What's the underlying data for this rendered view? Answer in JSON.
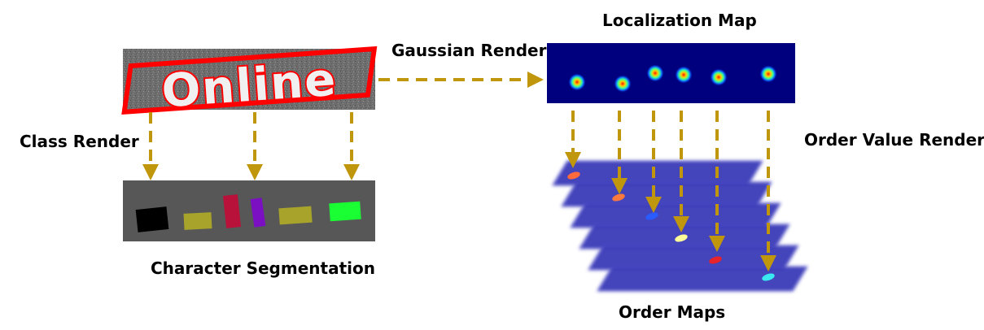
{
  "labels": {
    "gaussian_render": "Gaussian Render",
    "localization_map": "Localization Map",
    "class_render": "Class Render",
    "order_value_render": "Order Value Render",
    "character_segmentation": "Character Segmentation",
    "order_maps": "Order Maps"
  },
  "input_image": {
    "text": "Online"
  },
  "colors": {
    "arrow": "#c0960c",
    "heatmap_background": "#00007f",
    "segmentation_background": "#575757",
    "text_box_outline": "#ff0000",
    "order_map_plane": "#3a3ab8"
  },
  "segmentation_blocks": [
    {
      "name": "O",
      "color": "#000000"
    },
    {
      "name": "n",
      "color": "#a8a32a"
    },
    {
      "name": "l",
      "color": "#b8123a"
    },
    {
      "name": "i",
      "color": "#7a10c2"
    },
    {
      "name": "n",
      "color": "#a8a32a"
    },
    {
      "name": "e",
      "color": "#19ff33"
    }
  ],
  "order_dots": [
    {
      "color": "#ff6a3c"
    },
    {
      "color": "#ff7a3c"
    },
    {
      "color": "#2a5bff"
    },
    {
      "color": "#ffff9a"
    },
    {
      "color": "#e8232b"
    },
    {
      "color": "#39e8f0"
    }
  ]
}
